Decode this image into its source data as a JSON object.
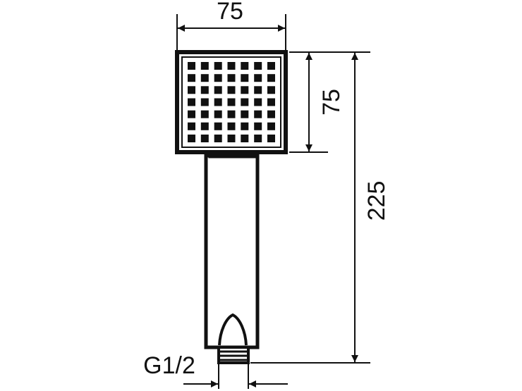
{
  "dimensions": {
    "head_width": "75",
    "head_height": "75",
    "total_length": "225",
    "thread": "G1/2"
  },
  "nozzle_grid": {
    "rows": 7,
    "cols": 7
  },
  "colors": {
    "line": "#111111",
    "background": "#ffffff"
  }
}
